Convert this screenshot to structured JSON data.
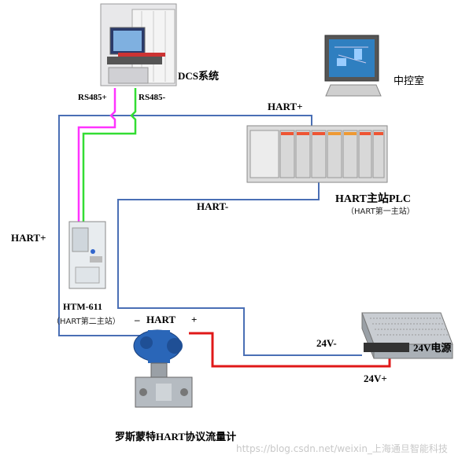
{
  "labels": {
    "dcs_system": "DCS系统",
    "rs485_plus": "RS485+",
    "rs485_minus": "RS485-",
    "control_room": "中控室",
    "hart_plus_top": "HART+",
    "hart_minus": "HART-",
    "hart_main_plc": "HART主站PLC",
    "hart_first_master": "（HART第一主站）",
    "hart_plus_left": "HART+",
    "htm_611": "HTM-611",
    "hart_second_master": "（HART第二主站）",
    "transmitter_minus": "–",
    "transmitter_hart": "HART",
    "transmitter_plus": "+",
    "v24_minus": "24V-",
    "v24_supply": "24V电源",
    "v24_plus": "24V+",
    "flowmeter": "罗斯蒙特HART协议流量计",
    "watermark": "https://blog.csdn.net/weixin_上海通旦智能科技"
  },
  "colors": {
    "hart_wire": "#4a6fb5",
    "rs485_plus_wire": "#ff33ff",
    "rs485_minus_wire": "#33dd33",
    "power_plus_wire": "#e01818",
    "power_minus_wire": "#4a6fb5"
  }
}
